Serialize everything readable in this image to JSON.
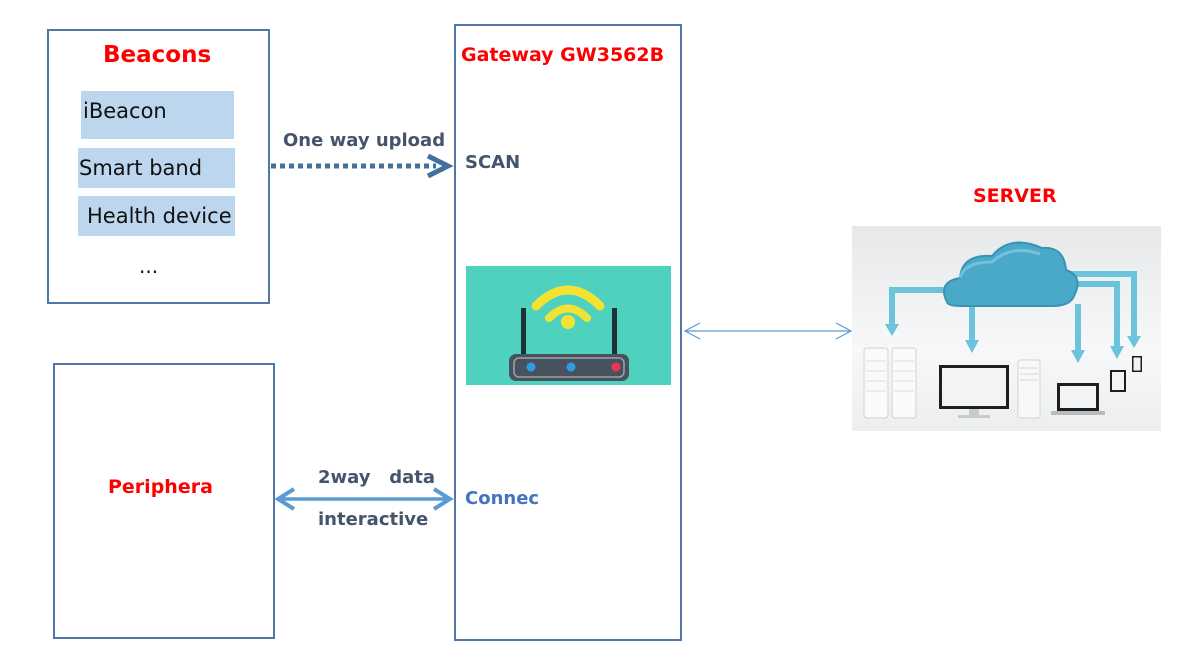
{
  "beacons": {
    "title": "Beacons",
    "items": [
      "iBeacon",
      "Smart band",
      "Health device"
    ],
    "more": "..."
  },
  "peripheral": {
    "title": "Periphera"
  },
  "gateway": {
    "title": "Gateway GW3562B",
    "scan_label": "SCAN",
    "connect_label": "Connec",
    "image_icon": "wifi-router-icon"
  },
  "server": {
    "title": "SERVER",
    "image_icon": "cloud-network-icon"
  },
  "links": {
    "upload": {
      "label": "One way upload",
      "style": "dotted",
      "direction": "beacons-to-gateway"
    },
    "interactive": {
      "label_line1": "2way   data",
      "label_line2": "interactive",
      "direction": "bidirectional"
    },
    "server_link": {
      "direction": "bidirectional"
    }
  },
  "colors": {
    "title_red": "#ff0000",
    "box_border": "#4f77a8",
    "item_fill": "#bcd6ee",
    "upload_arrow": "#41719c",
    "interactive_arrow": "#5b9bd5",
    "label_dark": "#44546a",
    "connect_blue": "#4472c4",
    "router_bg": "#4fd1c0"
  }
}
